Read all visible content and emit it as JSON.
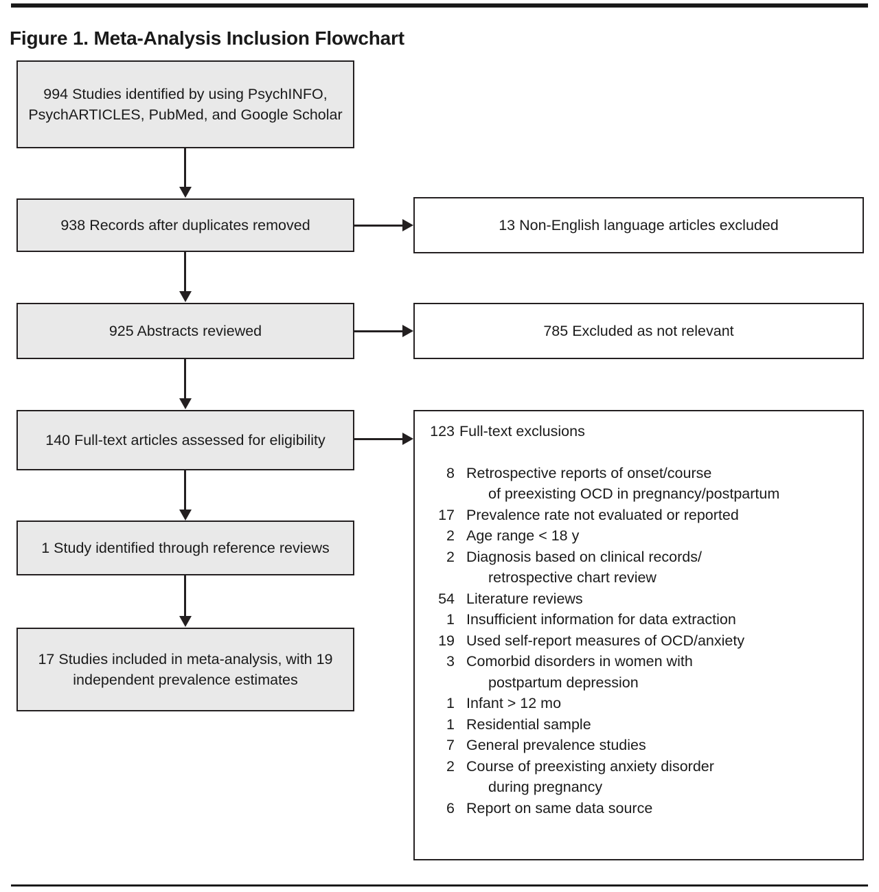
{
  "figure": {
    "title": "Figure 1. Meta-Analysis Inclusion Flowchart"
  },
  "flow": {
    "identified": "994 Studies identified by using PsychINFO, PsychARTICLES, PubMed, and Google Scholar",
    "duplicates": "938 Records after duplicates removed",
    "abstracts": "925 Abstracts reviewed",
    "fulltext": "140 Full-text articles assessed for eligibility",
    "reference": "1 Study identified through reference reviews",
    "included": "17 Studies included in meta-analysis, with 19 independent prevalence estimates"
  },
  "excluded": {
    "non_english": "13 Non-English language articles excluded",
    "not_relevant": "785 Excluded as not relevant"
  },
  "exclusions_panel": {
    "header_count": "123",
    "header_label": "Full-text exclusions",
    "items": [
      {
        "count": "8",
        "label": "Retrospective reports of onset/course",
        "continuation": "of preexisting OCD in pregnancy/postpartum"
      },
      {
        "count": "17",
        "label": "Prevalence rate not evaluated or reported",
        "continuation": ""
      },
      {
        "count": "2",
        "label": "Age range  < 18 y",
        "continuation": ""
      },
      {
        "count": "2",
        "label": "Diagnosis based on clinical records/",
        "continuation": "retrospective chart review"
      },
      {
        "count": "54",
        "label": "Literature reviews",
        "continuation": ""
      },
      {
        "count": "1",
        "label": "Insufficient information for data extraction",
        "continuation": ""
      },
      {
        "count": "19",
        "label": "Used self-report measures of OCD/anxiety",
        "continuation": ""
      },
      {
        "count": "3",
        "label": "Comorbid disorders in women with",
        "continuation": "postpartum depression"
      },
      {
        "count": "1",
        "label": "Infant > 12 mo",
        "continuation": ""
      },
      {
        "count": "1",
        "label": "Residential sample",
        "continuation": ""
      },
      {
        "count": "7",
        "label": "General prevalence studies",
        "continuation": ""
      },
      {
        "count": "2",
        "label": "Course of preexisting anxiety disorder",
        "continuation": "during pregnancy"
      },
      {
        "count": "6",
        "label": "Report on same data source",
        "continuation": ""
      }
    ]
  },
  "colors": {
    "box_fill": "#e9e9e9",
    "box_border": "#231f20",
    "rule": "#1a1a1a"
  }
}
